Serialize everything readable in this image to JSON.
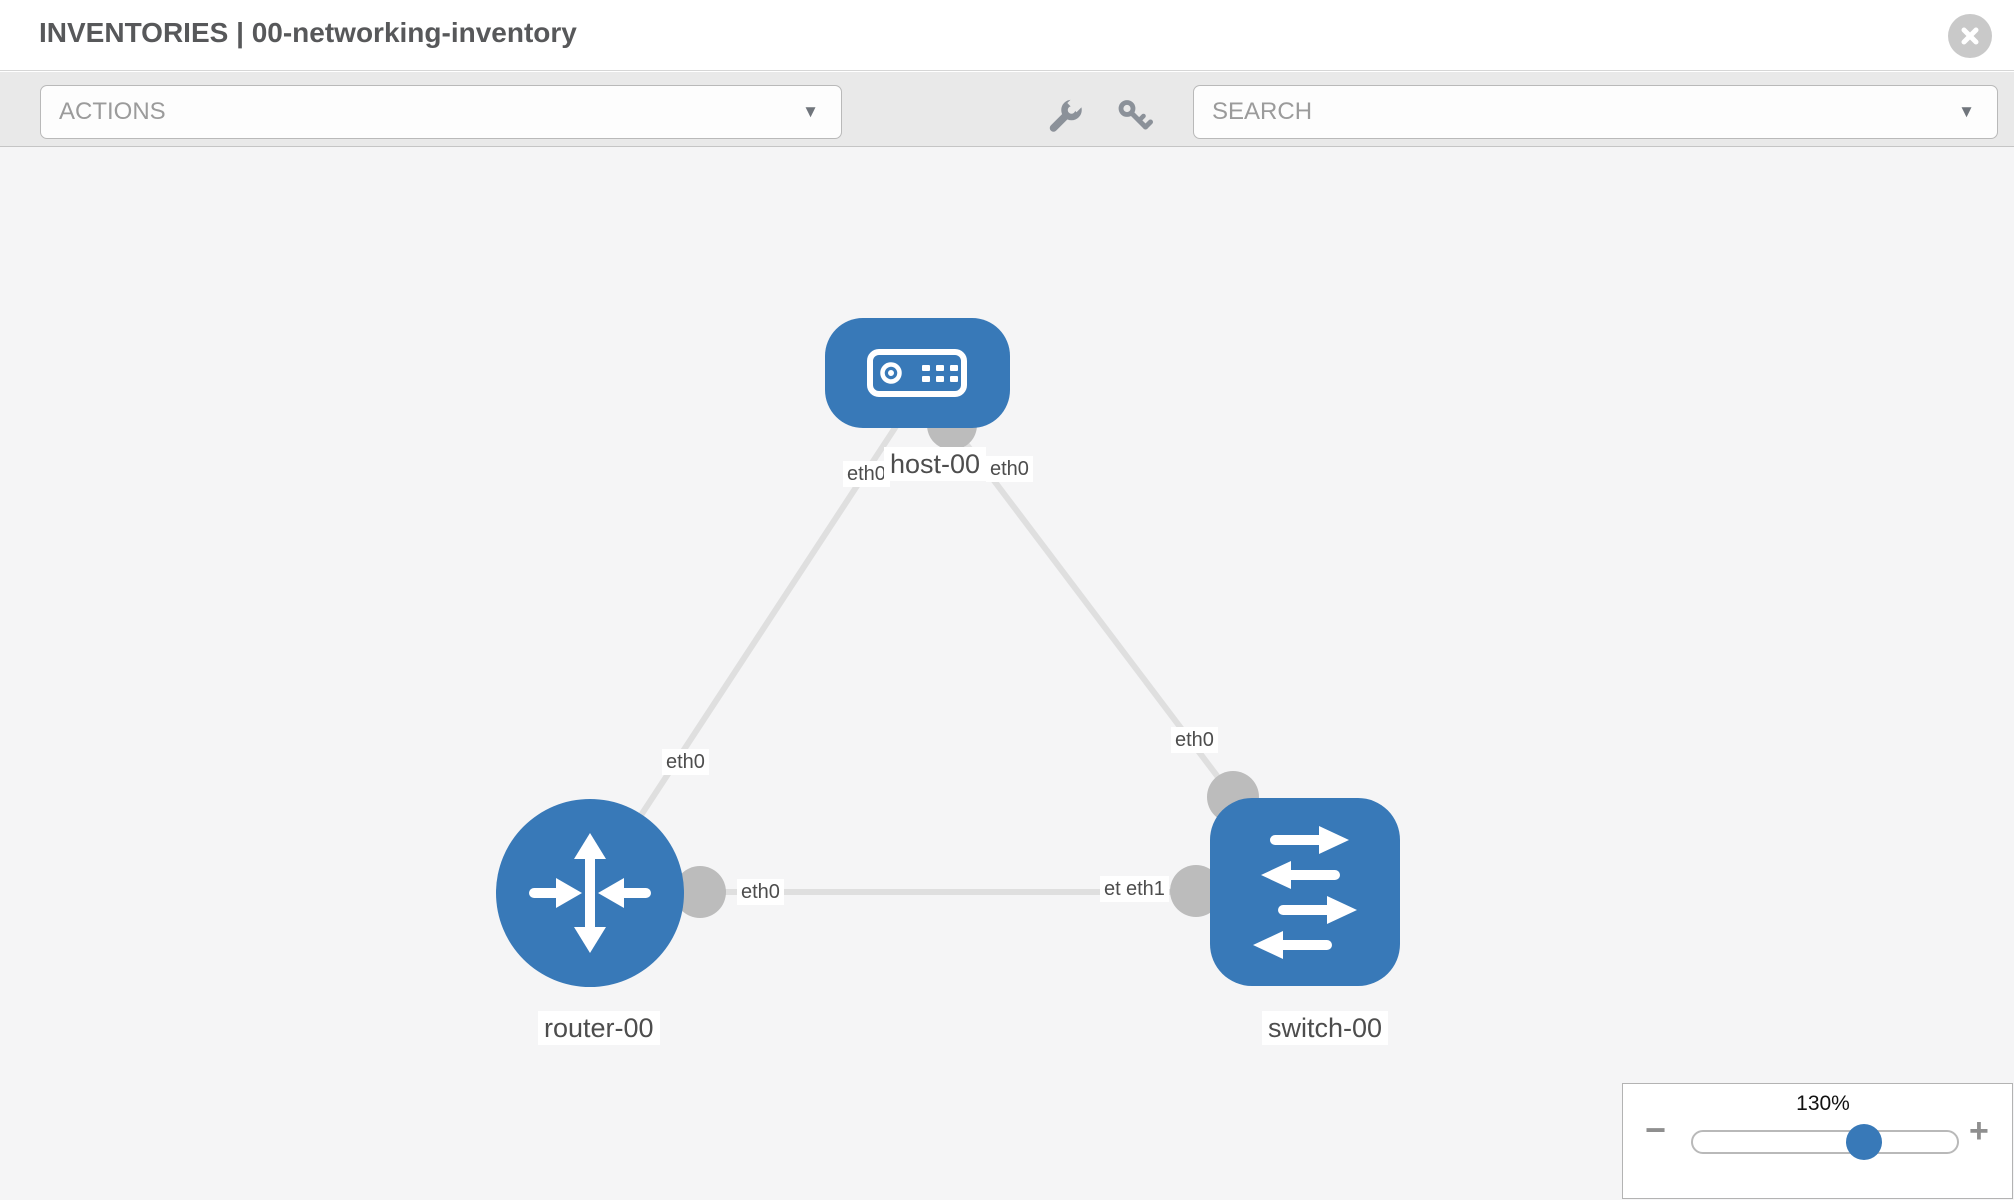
{
  "header": {
    "title": "INVENTORIES | 00-networking-inventory"
  },
  "toolbar": {
    "actions_label": "ACTIONS",
    "search_placeholder": "SEARCH"
  },
  "canvas": {
    "nodes": [
      {
        "name": "host-00",
        "type": "host"
      },
      {
        "name": "router-00",
        "type": "router"
      },
      {
        "name": "switch-00",
        "type": "switch"
      }
    ],
    "links": [
      {
        "from": "host-00",
        "from_if": "eth0",
        "to": "router-00",
        "to_if": "eth0"
      },
      {
        "from": "host-00",
        "from_if": "eth0",
        "to": "switch-00",
        "to_if": "eth0"
      },
      {
        "from": "router-00",
        "from_if": "eth0",
        "to": "switch-00",
        "to_if": "eth1"
      }
    ],
    "overlapped_labels": {
      "under": "eth0",
      "over": "eth1"
    }
  },
  "zoom_control": {
    "level": "130%",
    "minus": "−",
    "plus": "+",
    "slider_position_pct": 65
  },
  "colors": {
    "node_blue": "#3879b8",
    "connector_gray": "#bcbcbc",
    "link_gray": "#dfdfdf",
    "canvas_bg": "#f5f5f6",
    "toolbar_bg": "#e9e9e9"
  }
}
